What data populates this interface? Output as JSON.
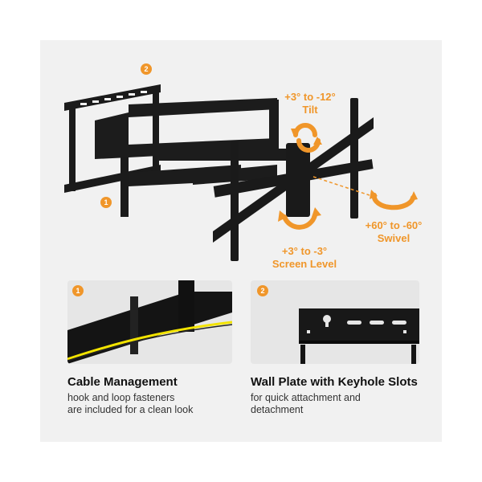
{
  "main_product": {
    "tilt_label": [
      "+3° to -12°",
      "Tilt"
    ],
    "swivel_label": [
      "+60° to -60°",
      "Swivel"
    ],
    "level_label": [
      "+3° to -3°",
      "Screen Level"
    ],
    "badge_wall": "2",
    "badge_arm": "1"
  },
  "features": [
    {
      "badge": "1",
      "title": "Cable Management",
      "description": [
        "hook and loop fasteners",
        "are included for a clean look"
      ]
    },
    {
      "badge": "2",
      "title": "Wall Plate with Keyhole Slots",
      "description": [
        "for quick attachment and",
        "detachment"
      ]
    }
  ],
  "colors": {
    "accent": "#f0962a",
    "mount": "#1a1a1a",
    "background": "#f1f1f1",
    "cable": "#f2e300"
  }
}
